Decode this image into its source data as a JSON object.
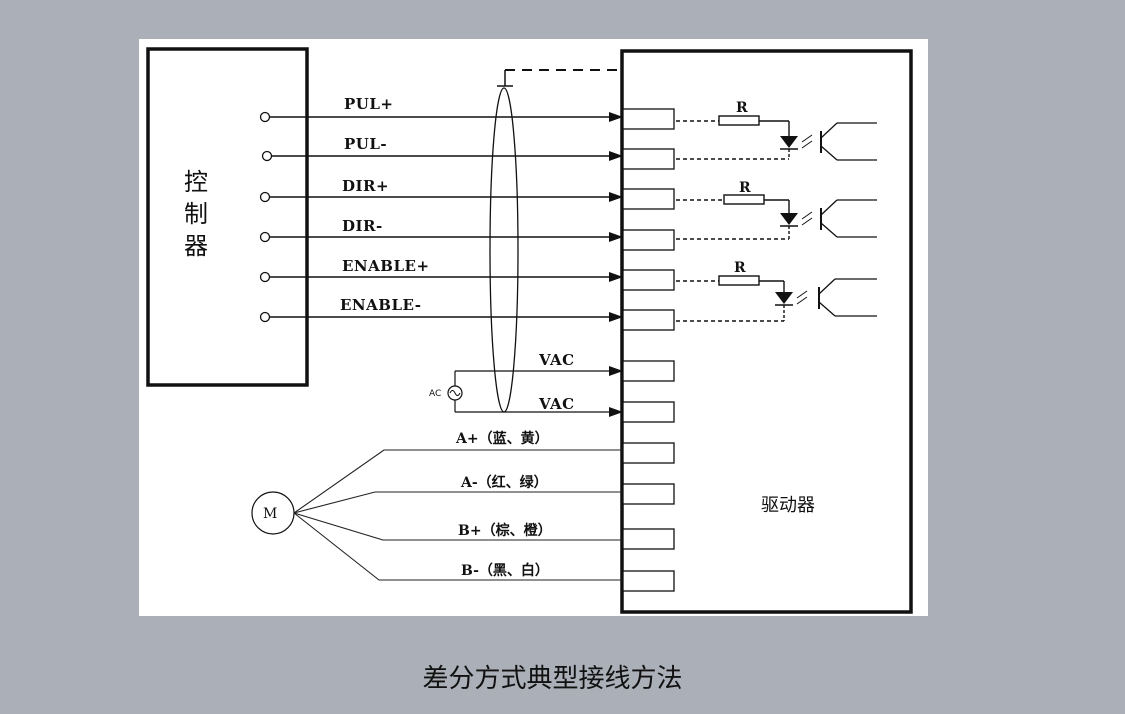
{
  "controller_label": [
    "控",
    "制",
    "器"
  ],
  "driver_label": "驱动器",
  "signals": [
    "PUL+",
    "PUL-",
    "DIR+",
    "DIR-",
    "ENABLE+",
    "ENABLE-"
  ],
  "power": {
    "labels": [
      "VAC",
      "VAC"
    ],
    "source": "AC"
  },
  "motor": {
    "label": "M",
    "phases": [
      "A+（蓝、黄）",
      "A-（红、绿）",
      "B+（棕、橙）",
      "B-（黑、白）"
    ]
  },
  "resistor_label": "R",
  "caption": "差分方式典型接线方法"
}
